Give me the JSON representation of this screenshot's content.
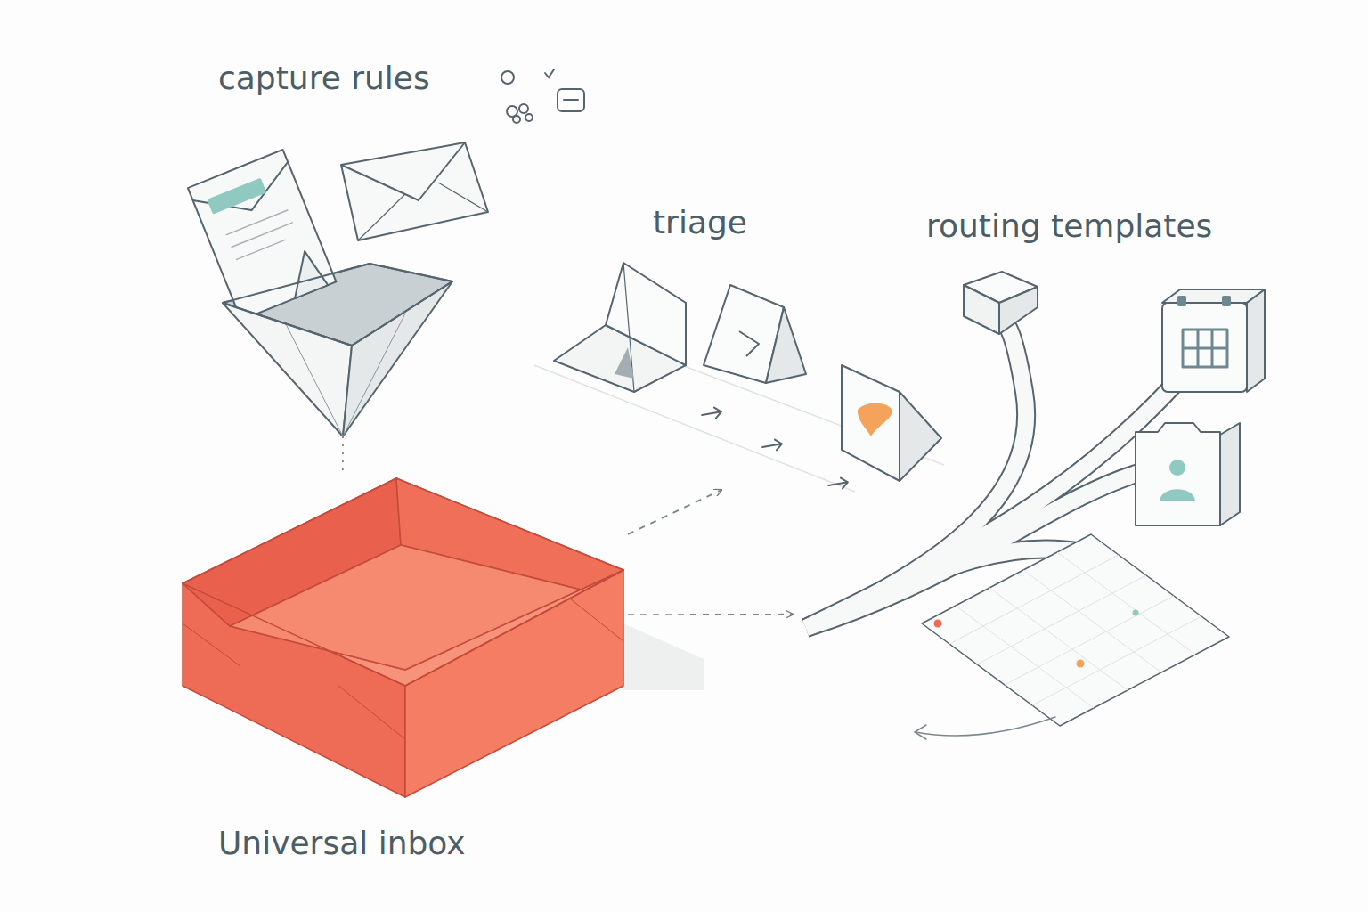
{
  "diagram": {
    "nodes": [
      {
        "text": [
          "capture rules"
        ]
      },
      {
        "text": [
          "Universal inbox"
        ]
      },
      {
        "text": [
          "triage"
        ]
      },
      {
        "text": [
          "routing templates"
        ]
      }
    ],
    "edges": [
      {
        "from": 0,
        "to": 1,
        "arrow": "none"
      },
      {
        "from": 1,
        "to": 2,
        "arrow": "to"
      },
      {
        "from": 1,
        "to": 3,
        "arrow": "to"
      }
    ]
  }
}
